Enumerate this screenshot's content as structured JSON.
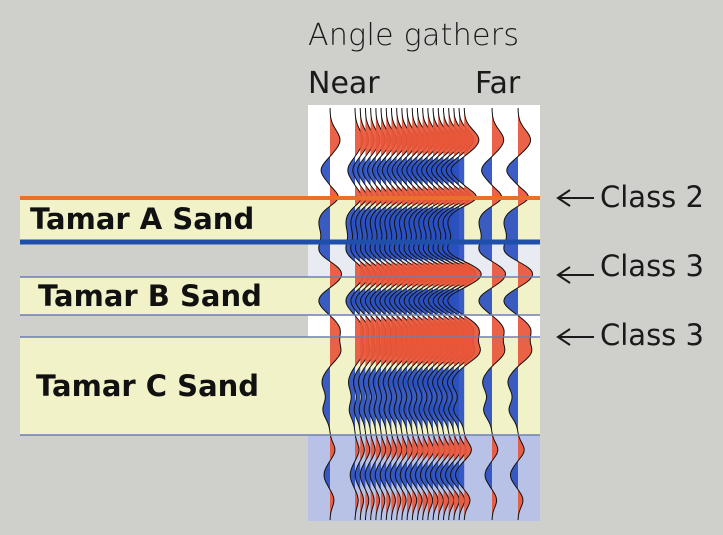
{
  "figure": {
    "title": "Angle gathers",
    "near_label": "Near",
    "far_label": "Far"
  },
  "sands": [
    {
      "label": "Tamar A Sand"
    },
    {
      "label": "Tamar B Sand"
    },
    {
      "label": "Tamar C Sand"
    }
  ],
  "annotations": [
    {
      "label": "Class 2"
    },
    {
      "label": "Class 3"
    },
    {
      "label": "Class 3"
    }
  ],
  "colors": {
    "background": "#cfcfcb",
    "sand_fill": "#f2f2c8",
    "top_horizon": "#e8702a",
    "blue_horizon": "#1f4fa8",
    "thin_horizon": "#6c7fb5",
    "positive_lobe": "#e8563a",
    "negative_lobe": "#2a4fc0",
    "lower_panel": "#b8c2e6"
  }
}
